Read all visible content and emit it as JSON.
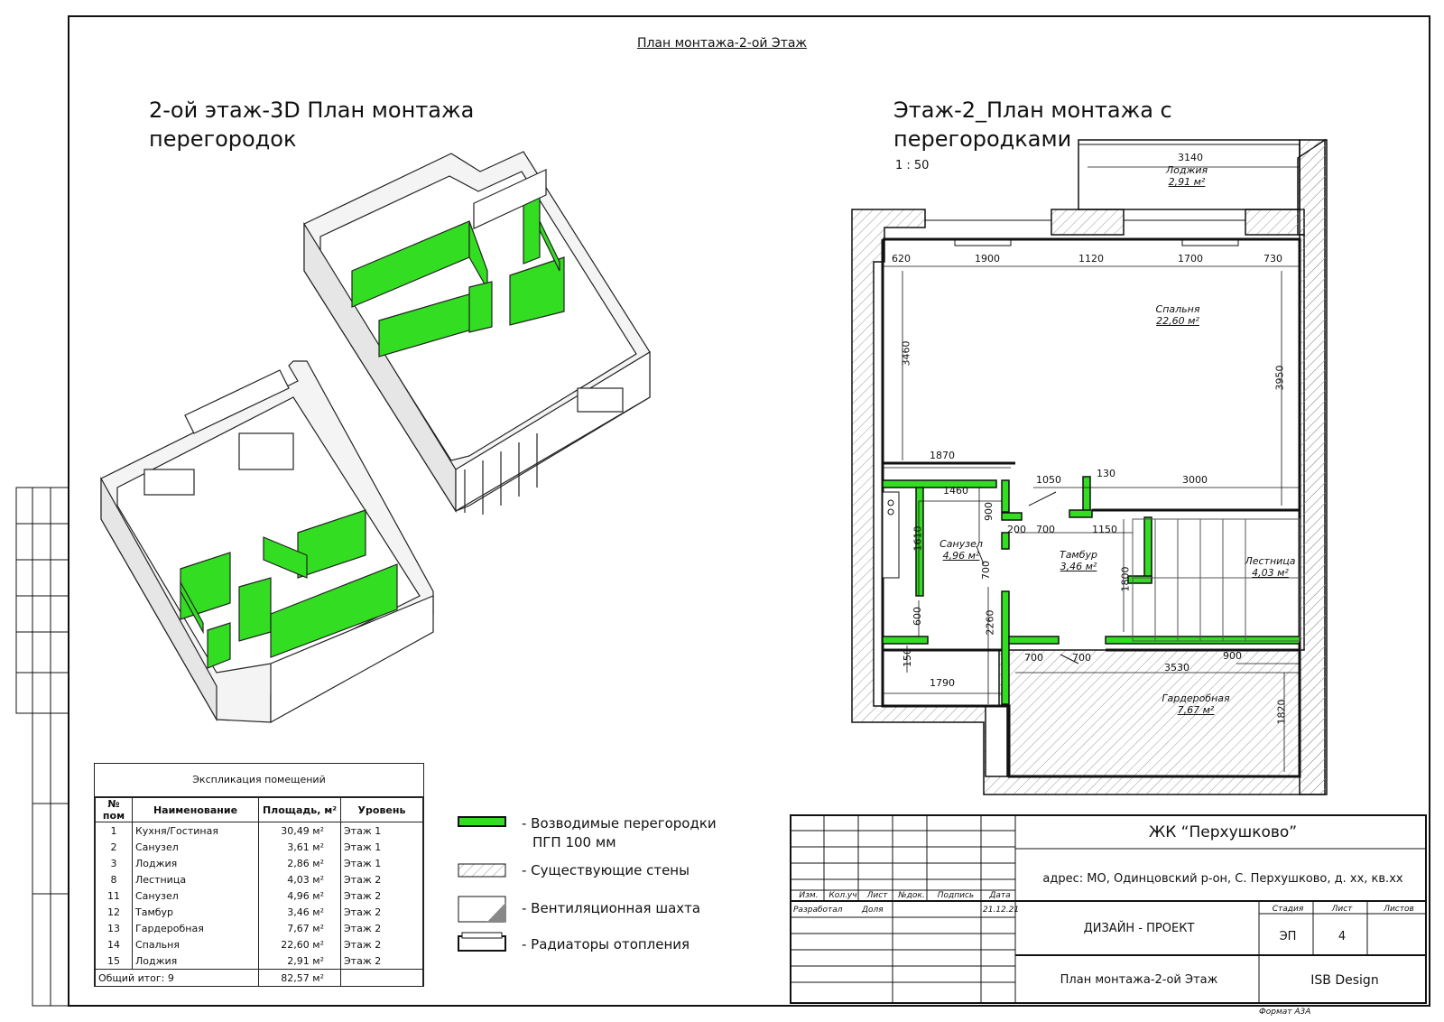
{
  "page_title": "План монтажа-2-ой Этаж",
  "left_view_title_line1": "2-ой этаж-3D План монтажа",
  "left_view_title_line2": "перегородок",
  "right_view_title_line1": "Этаж-2_План монтажа с",
  "right_view_title_line2": "перегородками",
  "scale": "1 : 50",
  "rooms": [
    {
      "name": "Лоджия",
      "area": "2,91 м²"
    },
    {
      "name": "Спальня",
      "area": "22,60 м²"
    },
    {
      "name": "Санузел",
      "area": "4,96 м²"
    },
    {
      "name": "Тамбур",
      "area": "3,46 м²"
    },
    {
      "name": "Лестница",
      "area": "4,03 м²"
    },
    {
      "name": "Гардеробная",
      "area": "7,67 м²"
    }
  ],
  "dimensions": [
    "3140",
    "620",
    "1900",
    "1120",
    "1700",
    "730",
    "3460",
    "3950",
    "1870",
    "1050",
    "130",
    "3000",
    "1460",
    "900",
    "200",
    "700",
    "1150",
    "1610",
    "1800",
    "700",
    "600",
    "2260",
    "150",
    "700",
    "700",
    "3530",
    "900",
    "1790",
    "1820"
  ],
  "explication": {
    "caption": "Экспликация помещений",
    "headers": [
      "№ пом",
      "Наименование",
      "Площадь, м²",
      "Уровень"
    ],
    "rows": [
      [
        "1",
        "Кухня/Гостиная",
        "30,49 м²",
        "Этаж 1"
      ],
      [
        "2",
        "Санузел",
        "3,61 м²",
        "Этаж 1"
      ],
      [
        "3",
        "Лоджия",
        "2,86 м²",
        "Этаж 1"
      ],
      [
        "8",
        "Лестница",
        "4,03 м²",
        "Этаж 2"
      ],
      [
        "11",
        "Санузел",
        "4,96 м²",
        "Этаж 2"
      ],
      [
        "12",
        "Тамбур",
        "3,46 м²",
        "Этаж 2"
      ],
      [
        "13",
        "Гардеробная",
        "7,67 м²",
        "Этаж 2"
      ],
      [
        "14",
        "Спальня",
        "22,60 м²",
        "Этаж 2"
      ],
      [
        "15",
        "Лоджия",
        "2,91 м²",
        "Этаж 2"
      ]
    ],
    "total_label": "Общий итог: 9",
    "total_area": "82,57 м²"
  },
  "legend": {
    "partitions_line1": "- Возводимые перегородки",
    "partitions_line2": "ПГП 100 мм",
    "existing_walls": "- Существующие стены",
    "vent_shaft": "- Вентиляционная шахта",
    "radiators": "- Радиаторы отопления"
  },
  "title_block": {
    "project": "ЖК “Перхушково”",
    "address": "адрес: МО, Одинцовский р-он, С. Перхушково, д. хх, кв.хх",
    "col_headers": [
      "Изм.",
      "Кол.уч",
      "Лист",
      "№док.",
      "Подпись",
      "Дата"
    ],
    "role": "Разработал",
    "name": "Доля",
    "date": "21.12.21",
    "stage_type": "ДИЗАЙН - ПРОЕКТ",
    "stage_label": "Стадия",
    "sheet_label": "Лист",
    "sheets_label": "Листов",
    "stage_value": "ЭП",
    "sheet_value": "4",
    "sheet_name": "План монтажа-2-ой Этаж",
    "company": "ISB Design",
    "format": "Формат А3А"
  },
  "colors": {
    "partition": "#33dd22",
    "wall": "#111111",
    "hatch": "#888888"
  }
}
